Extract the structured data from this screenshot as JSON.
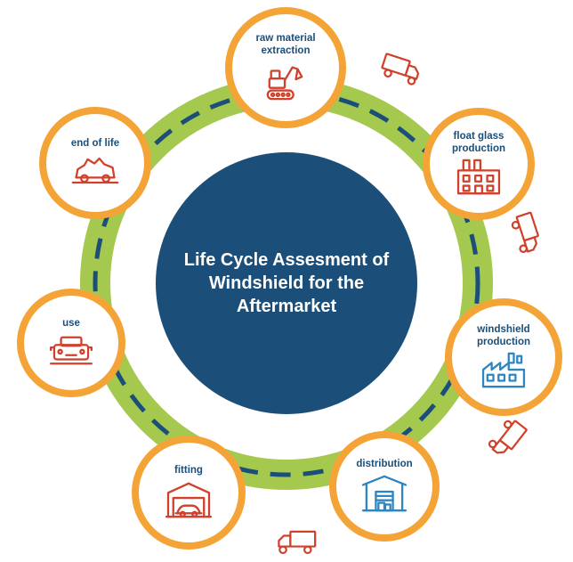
{
  "diagram": {
    "title": "Life Cycle Assesment of Windshield for the Aftermarket",
    "nodes": [
      {
        "label": "raw material extraction",
        "icon": "excavator-icon"
      },
      {
        "label": "float glass production",
        "icon": "factory-red-icon"
      },
      {
        "label": "windshield production",
        "icon": "factory-blue-icon"
      },
      {
        "label": "distribution",
        "icon": "warehouse-icon"
      },
      {
        "label": "fitting",
        "icon": "garage-car-icon"
      },
      {
        "label": "use",
        "icon": "car-front-icon"
      },
      {
        "label": "end of life",
        "icon": "damaged-car-icon"
      }
    ],
    "transport_trucks": {
      "icon": "truck-icon",
      "count": 4
    },
    "colors": {
      "background": "#ffffff",
      "center_fill": "#1b4e79",
      "title_text": "#ffffff",
      "ring_green": "#a5c84e",
      "dash_blue": "#1b4e79",
      "node_border": "#f4a436",
      "label_text": "#1b4e79",
      "icon_red": "#d1402a",
      "icon_blue": "#2e86c1"
    }
  }
}
